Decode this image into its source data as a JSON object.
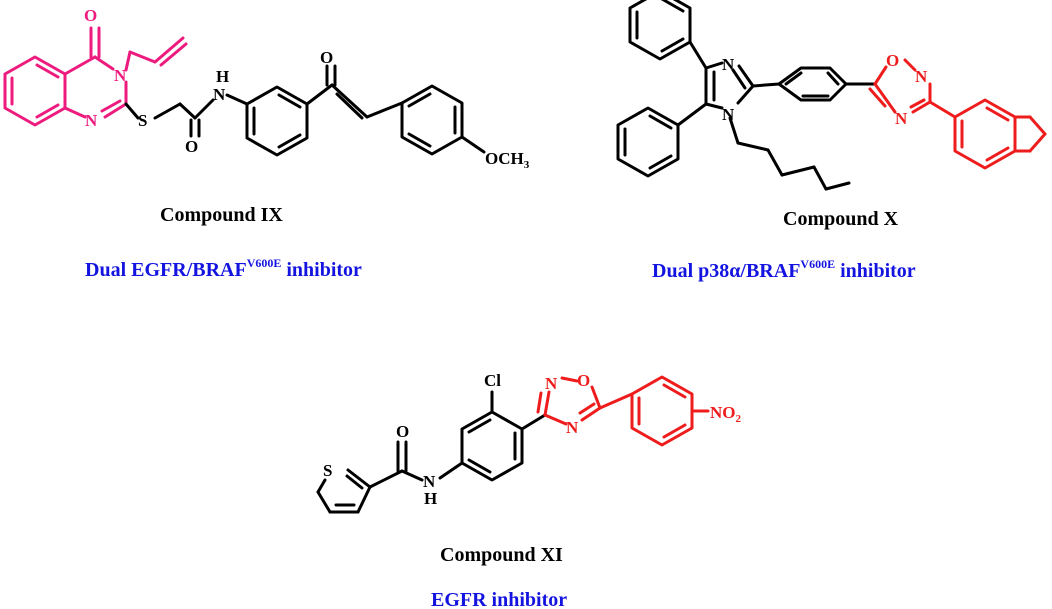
{
  "colors": {
    "bond": "#000000",
    "quinazolinone": "#ee1b7e",
    "oxadiazole": "#ee1c1c",
    "activity": "#1414e0"
  },
  "compounds": [
    {
      "name": "Compound IX",
      "activity_prefix": "Dual EGFR/BRAF",
      "activity_superscript": "V600E",
      "activity_suffix": " inhibitor",
      "atoms": {
        "o1": "O",
        "n1": "N",
        "n2": "N",
        "s": "S",
        "nh": "H",
        "nh_n": "N",
        "o2": "O",
        "o3": "O",
        "methoxy": "OCH",
        "methoxy_sub": "3"
      }
    },
    {
      "name": "Compound X",
      "activity_prefix": "Dual p38α/BRAF",
      "activity_superscript": "V600E",
      "activity_suffix": " inhibitor",
      "atoms": {
        "n_imid_1": "N",
        "n_imid_2": "N",
        "o_ox": "O",
        "n_ox_1": "N",
        "n_ox_2": "N"
      }
    },
    {
      "name": "Compound XI",
      "activity": "EGFR inhibitor",
      "atoms": {
        "cl": "Cl",
        "n_ox_1": "N",
        "o_ox": "O",
        "n_ox_2": "N",
        "nitro": "NO",
        "nitro_sub": "2",
        "o_amide": "O",
        "s": "S",
        "n_amide": "N",
        "h_amide": "H"
      }
    }
  ]
}
